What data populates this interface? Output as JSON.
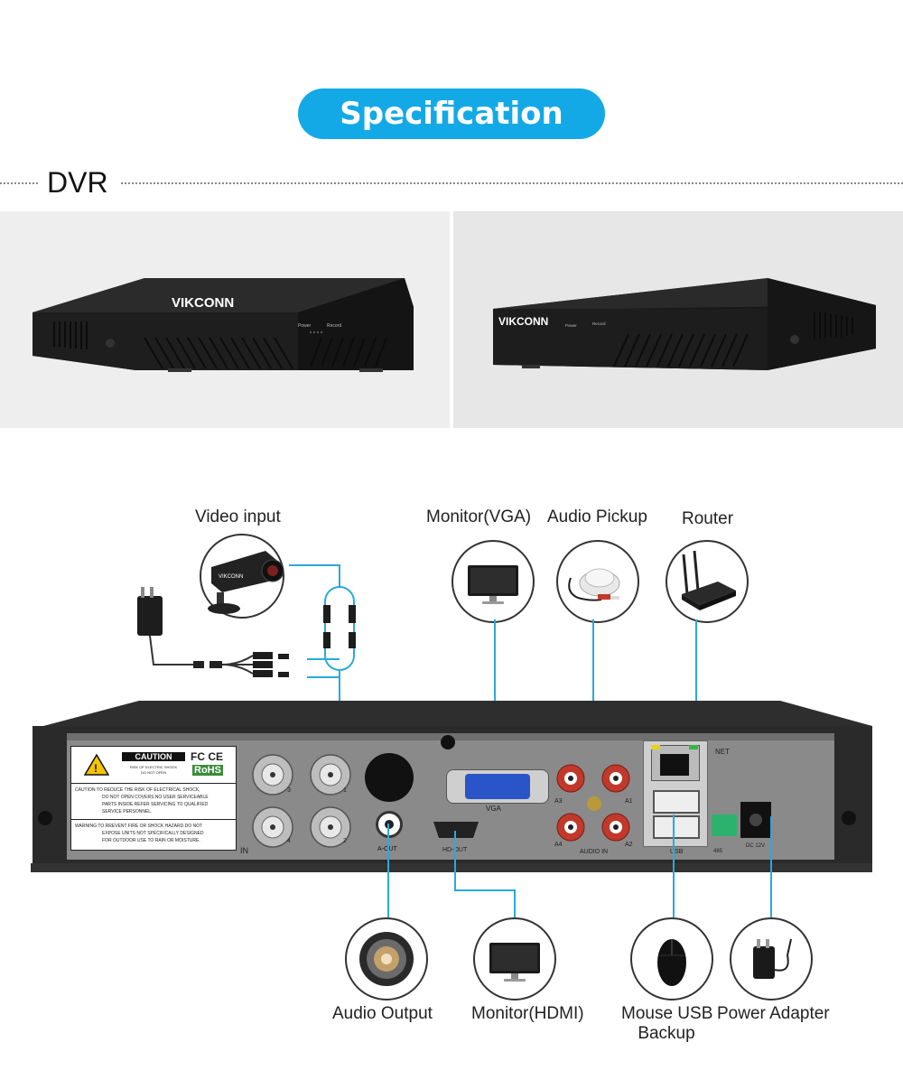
{
  "header": {
    "title": "Specification"
  },
  "section": {
    "title": "DVR"
  },
  "brand": {
    "name": "VIKCONN"
  },
  "front_panel": {
    "power_label": "Power",
    "record_label": "Record"
  },
  "peripherals": {
    "video_input": "Video input",
    "monitor_vga": "Monitor(VGA)",
    "audio_pickup": "Audio Pickup",
    "router": "Router",
    "audio_output": "Audio Output",
    "monitor_hdmi": "Monitor(HDMI)",
    "mouse_usb_line1": "Mouse USB",
    "mouse_usb_line2": "Backup",
    "power_adapter": "Power Adapter"
  },
  "rear_panel": {
    "caution_title": "CAUTION",
    "caution_sub1": "RISK OF ELECTRIC SHOCK",
    "caution_sub2": "DO NOT OPEN",
    "fcc_ce": "FC CE",
    "rohs": "RoHS",
    "caution_text1": "CAUTION:TO REDUCE THE RISK OF ELECTRICAL SHOCK,",
    "caution_text2": "DO NOT OPEN COVERS.NO USER SERVICEABLE",
    "caution_text3": "PARTS INSIDE.REFER SERVICING TO QUALIFIED",
    "caution_text4": "SERVICE PERSONNEL.",
    "warning_text1": "WARNING:TO RREVENT FIRE OR SHOCK HAZARD.DO NOT",
    "warning_text2": "EXPOSE UNITS NOT SPECIFICALLY DESIGNED",
    "warning_text3": "FOR OUTDOOR USE TO RAIN OR MOISTURE.",
    "in_label": "IN",
    "bnc_1": "1",
    "bnc_2": "2",
    "bnc_3": "3",
    "bnc_4": "4",
    "a_out": "A-OUT",
    "vga": "VGA",
    "hd_out": "HD-OUT",
    "a1": "A1",
    "a2": "A2",
    "a3": "A3",
    "a4": "A4",
    "audio_in": "AUDIO IN",
    "net": "NET",
    "usb": "USB",
    "rs485": "485",
    "dc": "DC 12V"
  },
  "colors": {
    "accent": "#13a9e6",
    "wire": "#29a9e0"
  }
}
